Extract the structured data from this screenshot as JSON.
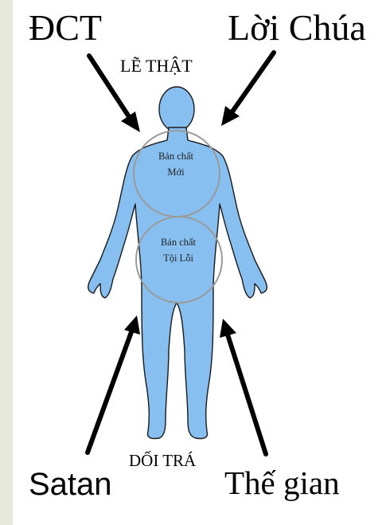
{
  "diagram": {
    "influences_top": {
      "left": "ĐCT",
      "right": "Lời Chúa",
      "label": "LẼ THẬT"
    },
    "influences_bottom": {
      "left": "Satan",
      "right": "Thế gian",
      "label": "DỐI TRÁ"
    },
    "nature_new": {
      "line1": "Bản chất",
      "line2": "Mới"
    },
    "nature_sin": {
      "line1": "Bản chất",
      "line2": "Tội Lỗi"
    },
    "colors": {
      "body": "#86bff0",
      "body_outline": "#1a1a1a",
      "circle": "#9a9a9a",
      "arrow": "#000000",
      "panel": "#ffffff",
      "margin": "#e7e9db"
    }
  }
}
